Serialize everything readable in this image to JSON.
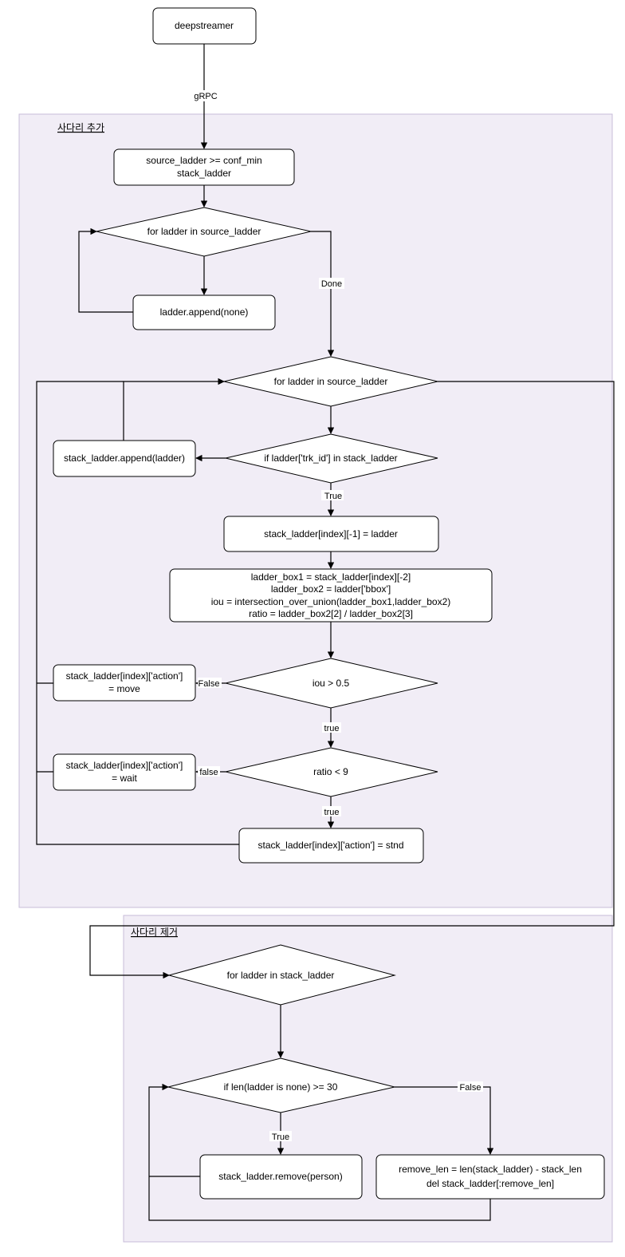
{
  "sections": {
    "add": {
      "title": "사다리 추가"
    },
    "remove": {
      "title": "사다리 제거"
    }
  },
  "nodes": {
    "deepstreamer": "deepstreamer",
    "init": [
      "source_ladder >= conf_min",
      "stack_ladder"
    ],
    "loop1": "for ladder in source_ladder",
    "append_none": "ladder.append(none)",
    "loop2": "for ladder in source_ladder",
    "check_trk": "if ladder['trk_id'] in stack_ladder",
    "stack_append": "stack_ladder.append(ladder)",
    "set_index": "stack_ladder[index][-1] = ladder",
    "compute": [
      "ladder_box1 = stack_ladder[index][-2]",
      "ladder_box2 = ladder['bbox']",
      "iou = intersection_over_union(ladder_box1,ladder_box2)",
      "ratio = ladder_box2[2] / ladder_box2[3]"
    ],
    "iou_check": "iou > 0.5",
    "action_move": [
      "stack_ladder[index]['action']",
      "= move"
    ],
    "ratio_check": "ratio < 9",
    "action_wait": [
      "stack_ladder[index]['action']",
      "= wait"
    ],
    "action_stnd": "stack_ladder[index]['action'] = stnd",
    "loop3": "for ladder in stack_ladder",
    "len_check": "if len(ladder is none) >= 30",
    "remove_person": "stack_ladder.remove(person)",
    "remove_len": [
      "remove_len = len(stack_ladder) - stack_len",
      "del stack_ladder[:remove_len]"
    ]
  },
  "edge_labels": {
    "grpc": "gRPC",
    "done": "Done",
    "true1": "True",
    "false_iou": "False",
    "true_iou": "true",
    "false_ratio": "false",
    "true_ratio": "true",
    "true_len": "True",
    "false_len": "False"
  }
}
